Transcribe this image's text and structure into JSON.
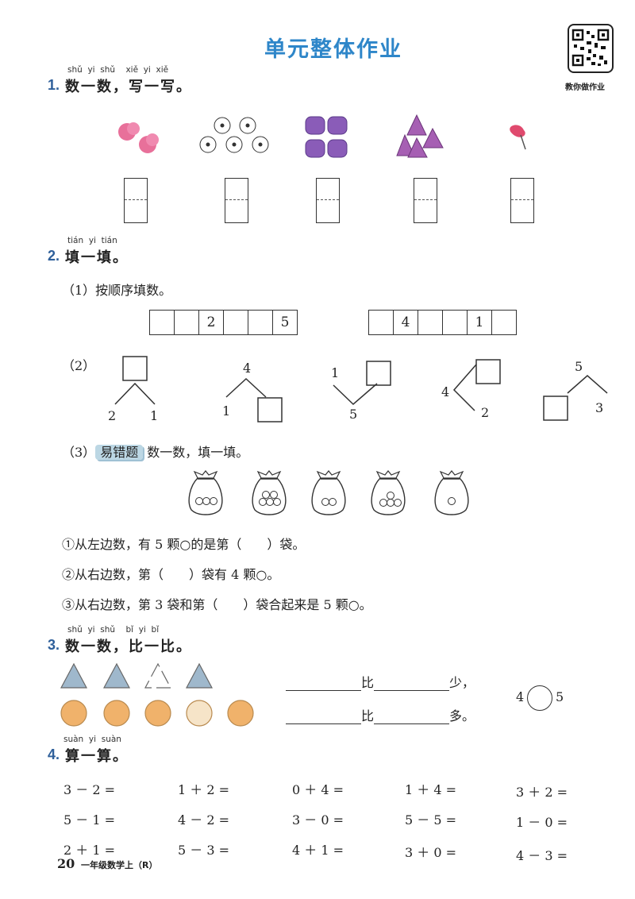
{
  "title": "单元整体作业",
  "qr_caption": "教你做作业",
  "q1": {
    "number": "1.",
    "pinyin": [
      "shǔ",
      "yi",
      "shǔ",
      "xiě",
      "yi",
      "xiě"
    ],
    "heading": "数一数，写一写。"
  },
  "q2": {
    "number": "2.",
    "pinyin": [
      "tián",
      "yi",
      "tián"
    ],
    "heading": "填一填。",
    "part1": {
      "label": "（1）按顺序填数。",
      "seq_a": [
        "",
        "",
        "2",
        "",
        "",
        "5"
      ],
      "seq_b": [
        "",
        "4",
        "",
        "",
        "1",
        ""
      ]
    },
    "part2": {
      "label": "（2）",
      "numbers": {
        "t1_left": "2",
        "t1_right": "1",
        "t2_top": "4",
        "t2_left": "1",
        "t3_top": "1",
        "t3_bottom": "5",
        "t4_left": "4",
        "t4_bottom": "2",
        "t5_top": "5",
        "t5_right": "3"
      }
    },
    "part3": {
      "label": "（3）",
      "tag": "易错题",
      "instruction": "数一数，填一填。",
      "items": [
        "①从左边数，有 5 颗○的是第（　　）袋。",
        "②从右边数，第（　　）袋有 4 颗○。",
        "③从右边数，第 3 袋和第（　　）袋合起来是 5 颗○。"
      ]
    }
  },
  "q3": {
    "number": "3.",
    "pinyin": [
      "shǔ",
      "yi",
      "shǔ",
      "bǐ",
      "yi",
      "bǐ"
    ],
    "heading": "数一数，比一比。",
    "line1": {
      "word": "比",
      "end": "少，"
    },
    "line2": {
      "word": "比",
      "end": "多。"
    },
    "compare_left": "4",
    "compare_right": "5"
  },
  "q4": {
    "number": "4.",
    "pinyin": [
      "suàn",
      "yi",
      "suàn"
    ],
    "heading": "算一算。",
    "rows": [
      [
        "3 － 2 =",
        "1 ＋ 2 =",
        "0 ＋ 4 =",
        "1 ＋ 4 =",
        "3 ＋ 2 ="
      ],
      [
        "5 － 1 =",
        "4 － 2 =",
        "3 － 0 =",
        "5 － 5 =",
        "1 － 0 ="
      ],
      [
        "2 ＋ 1 =",
        "5 － 3 =",
        "4 ＋ 1 =",
        "3 ＋ 0 =",
        "4 － 3 ="
      ]
    ]
  },
  "footer": {
    "page": "20",
    "book": "一年级数学上（R）"
  },
  "colors": {
    "title": "#2e86c9",
    "qnum": "#2e5f9a",
    "tag_bg": "#bcd7e4",
    "orange": "#f0b26b",
    "triangle": "#9fb8cc",
    "purple": "#8a5cb8",
    "pink": "#e8709a"
  }
}
